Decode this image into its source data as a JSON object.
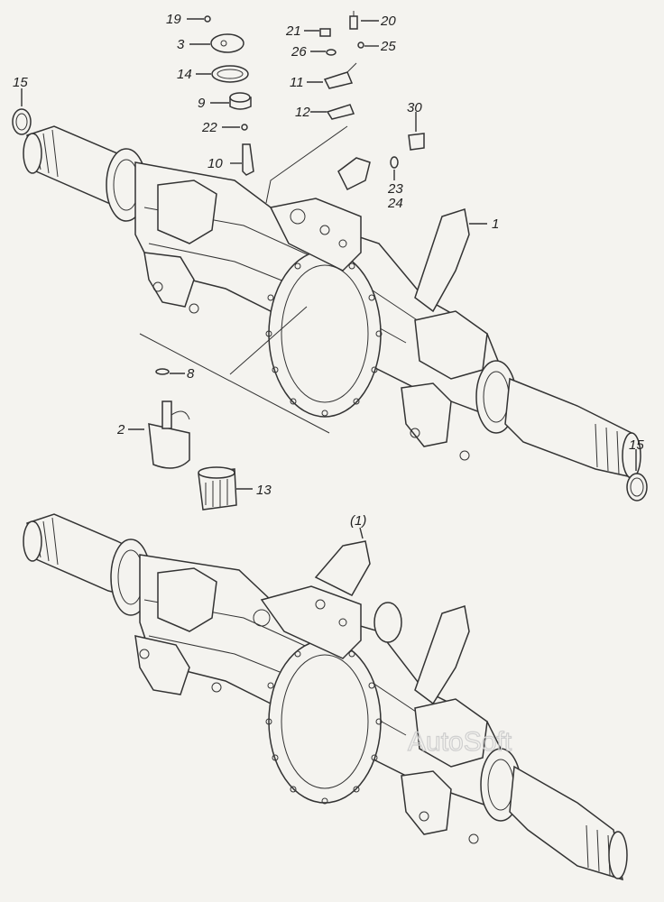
{
  "labels": {
    "p19": "19",
    "p3": "3",
    "p14": "14",
    "p9": "9",
    "p22": "22",
    "p10": "10",
    "p21": "21",
    "p20": "20",
    "p26": "26",
    "p25": "25",
    "p11": "11",
    "p12": "12",
    "p30": "30",
    "p23": "23",
    "p24": "24",
    "p1": "1",
    "p15a": "15",
    "p15b": "15",
    "p8": "8",
    "p2": "2",
    "p13": "13",
    "p1ref": "(1)"
  },
  "watermark": "AutoSoft"
}
